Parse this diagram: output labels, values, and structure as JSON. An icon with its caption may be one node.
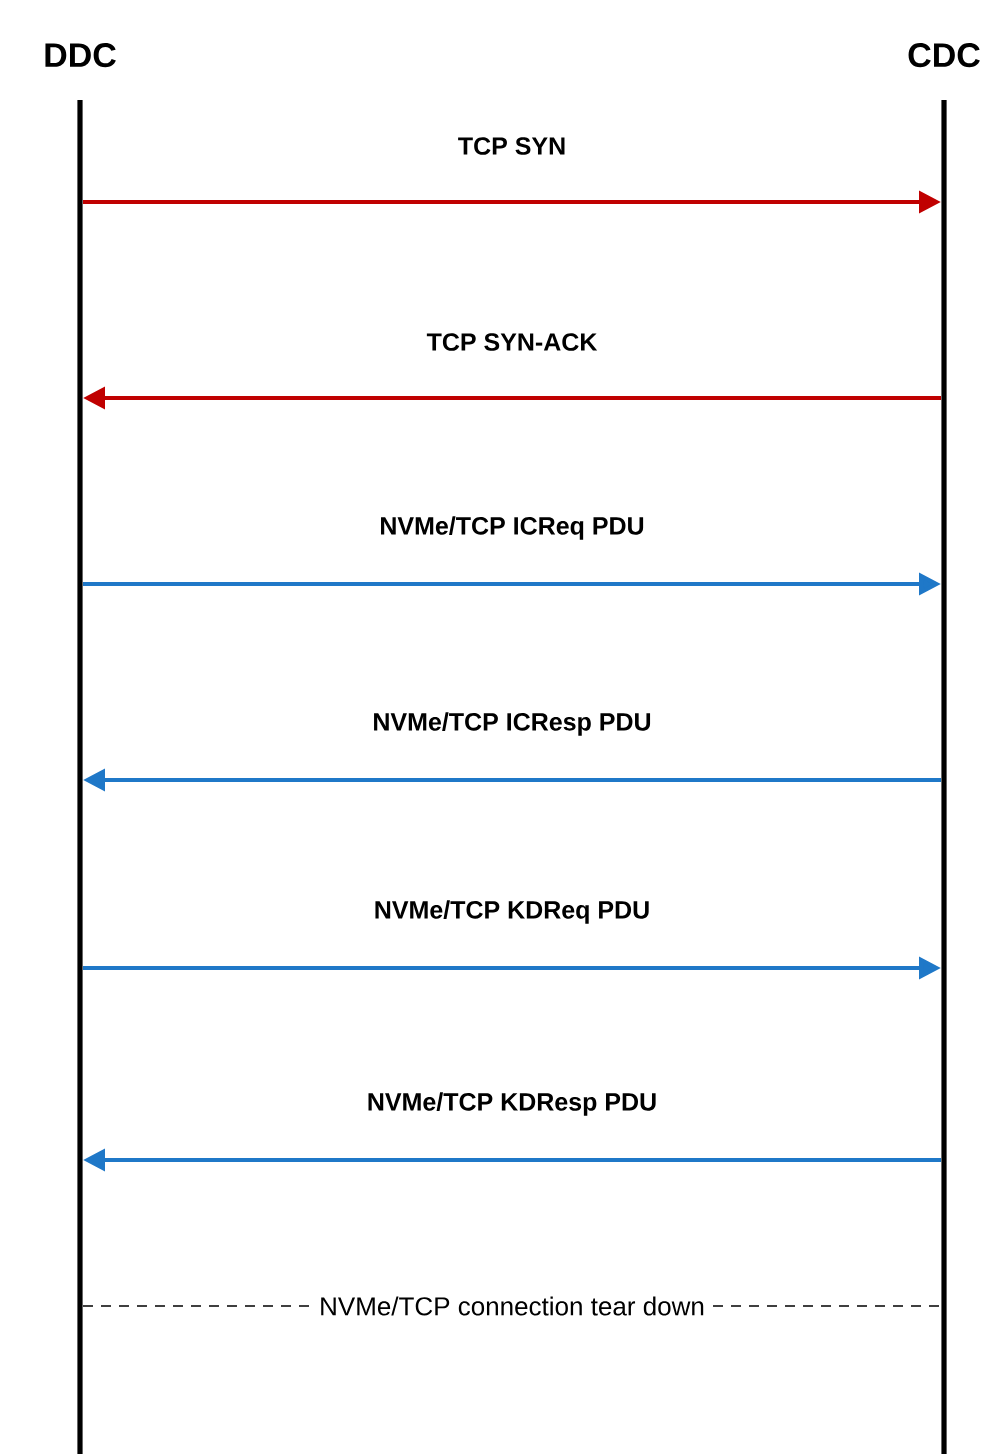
{
  "diagram": {
    "nodes": [
      {
        "text": [
          "DDC"
        ]
      },
      {
        "text": [
          "CDC"
        ]
      }
    ],
    "edges": [
      {
        "from": 0,
        "to": 1,
        "arrow": "to",
        "label": "TCP SYN",
        "color": "#c00000"
      },
      {
        "from": 1,
        "to": 0,
        "arrow": "to",
        "label": "TCP SYN-ACK",
        "color": "#c00000"
      },
      {
        "from": 0,
        "to": 1,
        "arrow": "to",
        "label": "NVMe/TCP ICReq PDU"
      },
      {
        "from": 1,
        "to": 0,
        "arrow": "to",
        "label": "NVMe/TCP ICResp PDU"
      },
      {
        "from": 0,
        "to": 1,
        "arrow": "to",
        "label": "NVMe/TCP KDReq PDU"
      },
      {
        "from": 1,
        "to": 0,
        "arrow": "to",
        "label": "NVMe/TCP KDResp PDU"
      },
      {
        "from": 0,
        "to": 1,
        "arrow": "none",
        "label": "NVMe/TCP connection tear down",
        "style": "dashed",
        "color": "#000000"
      }
    ]
  }
}
